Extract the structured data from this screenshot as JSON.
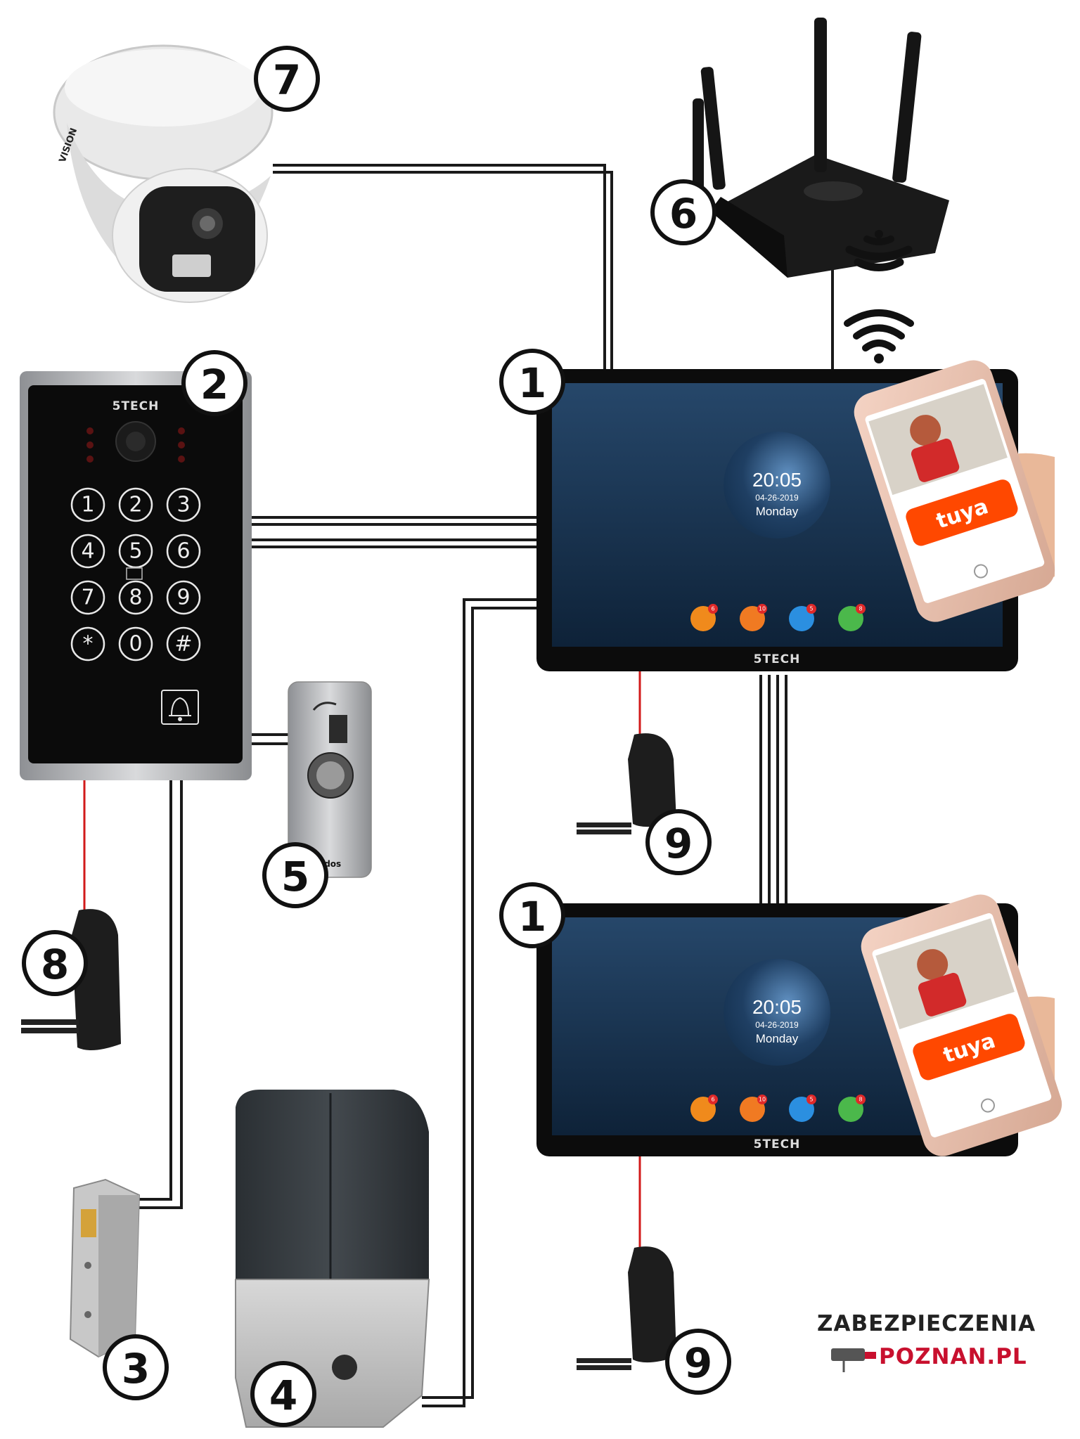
{
  "badges": {
    "b1_top": "1",
    "b1_bottom": "1",
    "b2": "2",
    "b3": "3",
    "b4": "4",
    "b5": "5",
    "b6": "6",
    "b7": "7",
    "b8": "8",
    "b9_top": "9",
    "b9_bottom": "9"
  },
  "camera": {
    "brand": "VISION"
  },
  "panel": {
    "brand": "5TECH",
    "keys": [
      "1",
      "2",
      "3",
      "4",
      "5",
      "6",
      "7",
      "8",
      "9",
      "*",
      "0",
      "#"
    ]
  },
  "monitor": {
    "brand": "5TECH",
    "time": "20:05",
    "date": "04-26-2019",
    "day": "Monday",
    "icon_counts": [
      "6",
      "10",
      "5",
      "8"
    ]
  },
  "phone": {
    "app": "tuya"
  },
  "exit_button": {
    "brand": "Vidos"
  },
  "logo": {
    "line1": "ZABEZPIECZENIA",
    "line2": "POZNAN.PL"
  },
  "colors": {
    "wire": "#1a1a1a",
    "power_wire": "#d21a1a",
    "tuya": "#ff4800",
    "logo_red": "#c8102e"
  }
}
